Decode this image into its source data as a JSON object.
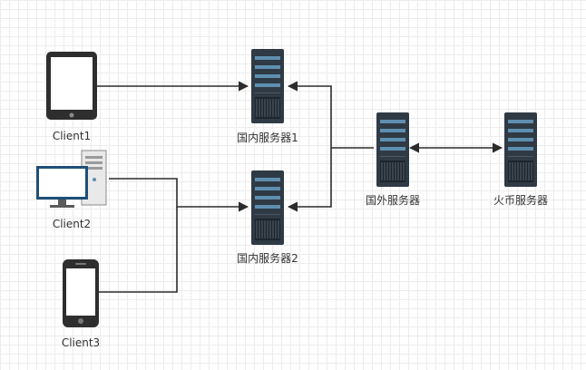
{
  "nodes": {
    "client1": {
      "label": "Client1",
      "icon": "tablet-icon"
    },
    "client2": {
      "label": "Client2",
      "icon": "desktop-computer-icon"
    },
    "client3": {
      "label": "Client3",
      "icon": "smartphone-icon"
    },
    "domestic_server_1": {
      "label": "国内服务器1",
      "icon": "server-rack-icon"
    },
    "domestic_server_2": {
      "label": "国内服务器2",
      "icon": "server-rack-icon"
    },
    "overseas_server": {
      "label": "国外服务器",
      "icon": "server-rack-icon"
    },
    "huobi_server": {
      "label": "火币服务器",
      "icon": "server-rack-icon"
    }
  },
  "colors": {
    "line": "#2b2b2b",
    "device_frame": "#2e2e2e",
    "server_body": "#2f3a45",
    "server_stripe": "#5f8fb0",
    "grid": "#ececec"
  }
}
